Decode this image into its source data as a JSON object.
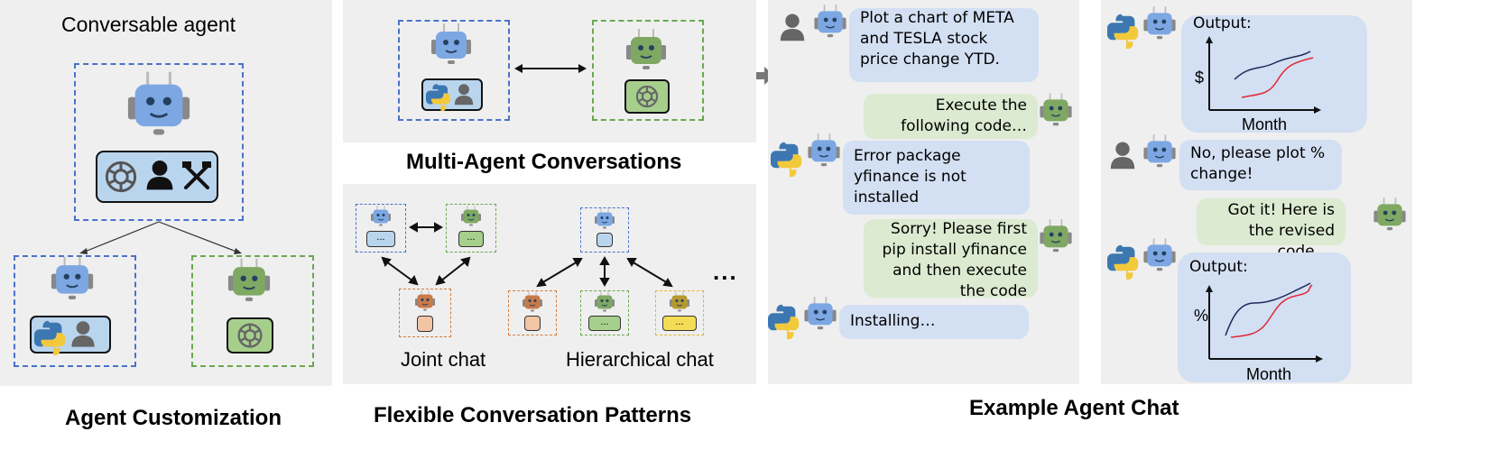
{
  "captions": {
    "agent_customization": "Agent Customization",
    "multi_agent": "Multi-Agent Conversations",
    "flexible_patterns": "Flexible Conversation Patterns",
    "example_chat": "Example Agent Chat"
  },
  "panel1": {
    "title": "Conversable agent"
  },
  "patterns": {
    "joint_chat": "Joint chat",
    "hierarchical_chat": "Hierarchical chat",
    "mini_label": "...",
    "ellipsis": "..."
  },
  "chat1": {
    "m1": "Plot a chart of META and TESLA stock price change YTD.",
    "m2": "Execute the following code…",
    "m3": "Error package yfinance is not installed",
    "m4": "Sorry! Please first pip install yfinance and then execute the code",
    "m5": "Installing…"
  },
  "chat2": {
    "output1_label": "Output:",
    "output1_ylabel": "$",
    "output1_xlabel": "Month",
    "m2": "No, please plot % change!",
    "m3": "Got it! Here is the revised code …",
    "output2_label": "Output:",
    "output2_ylabel": "%",
    "output2_xlabel": "Month"
  },
  "colors": {
    "blue_robot": "#7da7e3",
    "green_robot": "#7fa862",
    "orange_robot": "#c87a4a",
    "yellow_robot": "#b59a2f",
    "blue_dash": "#4a72c9",
    "green_dash": "#6aa84f"
  }
}
